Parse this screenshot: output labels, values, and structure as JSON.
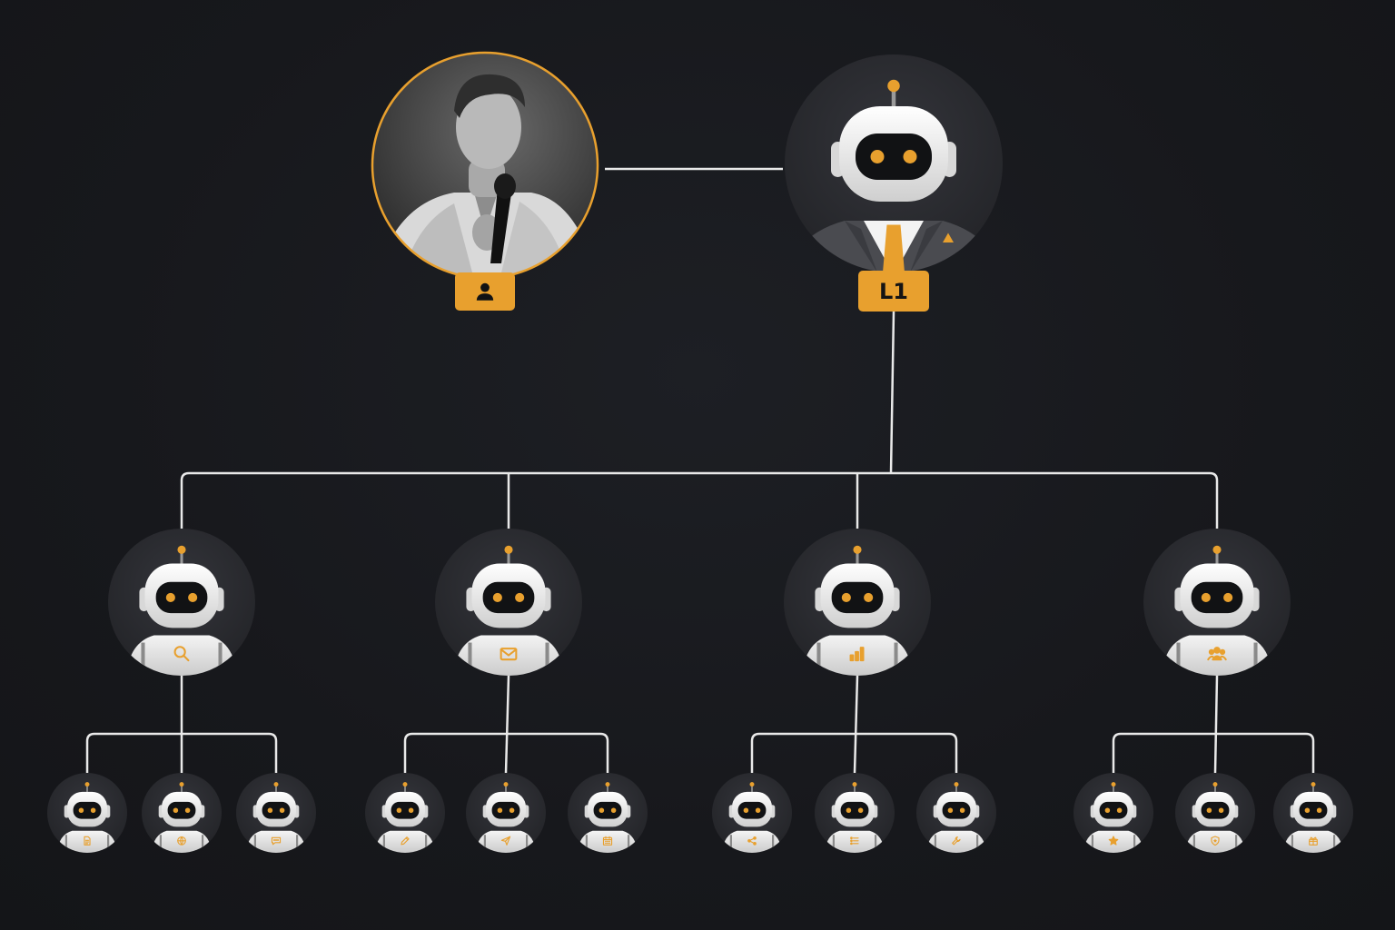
{
  "colors": {
    "background": "#17181c",
    "accent": "#e8a02e",
    "connector": "#e9e9e9",
    "node_fill": "#2a2b30",
    "robot_white": "#efefef",
    "visor": "#111214"
  },
  "diagram": {
    "human": {
      "badge_icon": "user-icon"
    },
    "lead_agent": {
      "badge_label": "L1",
      "attire": "suit-with-orange-tie"
    },
    "managers": [
      {
        "id": "m1",
        "icon": "search-icon",
        "workers": [
          "document-icon",
          "globe-icon",
          "chat-icon"
        ]
      },
      {
        "id": "m2",
        "icon": "envelope-icon",
        "workers": [
          "pencil-icon",
          "send-icon",
          "calendar-icon"
        ]
      },
      {
        "id": "m3",
        "icon": "bar-chart-icon",
        "workers": [
          "share-icon",
          "list-icon",
          "wrench-icon"
        ]
      },
      {
        "id": "m4",
        "icon": "team-icon",
        "workers": [
          "star-icon",
          "shield-icon",
          "gift-icon"
        ]
      }
    ]
  }
}
